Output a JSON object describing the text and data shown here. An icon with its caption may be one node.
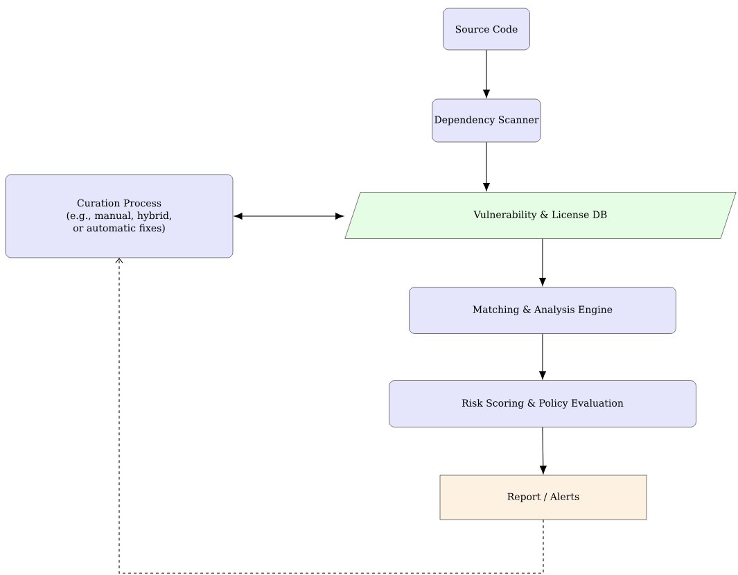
{
  "diagram": {
    "nodes": [
      {
        "text": [
          "Source Code"
        ]
      },
      {
        "text": [
          "Dependency Scanner"
        ]
      },
      {
        "text": [
          "Vulnerability & License DB"
        ]
      },
      {
        "text": [
          "Matching & Analysis Engine"
        ]
      },
      {
        "text": [
          "Risk Scoring & Policy Evaluation"
        ]
      },
      {
        "text": [
          "Report / Alerts"
        ]
      },
      {
        "text": [
          "Curation Process",
          "(e.g., manual, hybrid, or automatic fixes)"
        ]
      }
    ],
    "edges": [
      {
        "from": 0,
        "to": 1,
        "arrow": "to"
      },
      {
        "from": 1,
        "to": 2,
        "arrow": "to"
      },
      {
        "from": 2,
        "to": 3,
        "arrow": "to"
      },
      {
        "from": 3,
        "to": 4,
        "arrow": "to"
      },
      {
        "from": 4,
        "to": 5,
        "arrow": "to"
      },
      {
        "from": 6,
        "to": 2,
        "arrow": "both"
      },
      {
        "from": 5,
        "to": 6,
        "arrow": "to",
        "style": "dashed"
      }
    ]
  }
}
